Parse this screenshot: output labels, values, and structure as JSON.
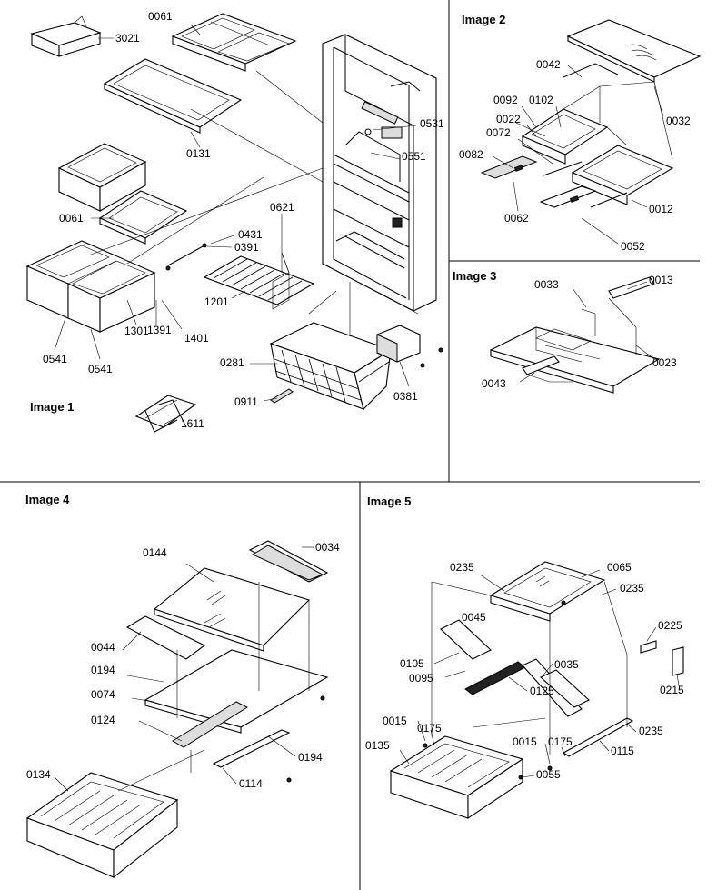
{
  "panels": {
    "image1": {
      "title": "Image 1",
      "labels": [
        "3021",
        "0061",
        "0131",
        "0531",
        "0551",
        "0621",
        "0431",
        "0391",
        "1201",
        "0061",
        "0541",
        "0541",
        "1301",
        "1391",
        "1401",
        "0281",
        "0911",
        "0381",
        "1611"
      ]
    },
    "image2": {
      "title": "Image 2",
      "labels": [
        "0042",
        "0092",
        "0102",
        "0022",
        "0072",
        "0032",
        "0082",
        "0062",
        "0012",
        "0052"
      ]
    },
    "image3": {
      "title": "Image 3",
      "labels": [
        "0033",
        "0013",
        "0043",
        "0023"
      ]
    },
    "image4": {
      "title": "Image 4",
      "labels": [
        "0144",
        "0034",
        "0044",
        "0194",
        "0074",
        "0124",
        "0194",
        "0114",
        "0134"
      ]
    },
    "image5": {
      "title": "Image 5",
      "labels": [
        "0235",
        "0065",
        "0235",
        "0045",
        "0225",
        "0105",
        "0035",
        "0095",
        "0125",
        "0015",
        "0175",
        "0215",
        "0015",
        "0175",
        "0235",
        "0135",
        "0115",
        "0055"
      ]
    }
  }
}
